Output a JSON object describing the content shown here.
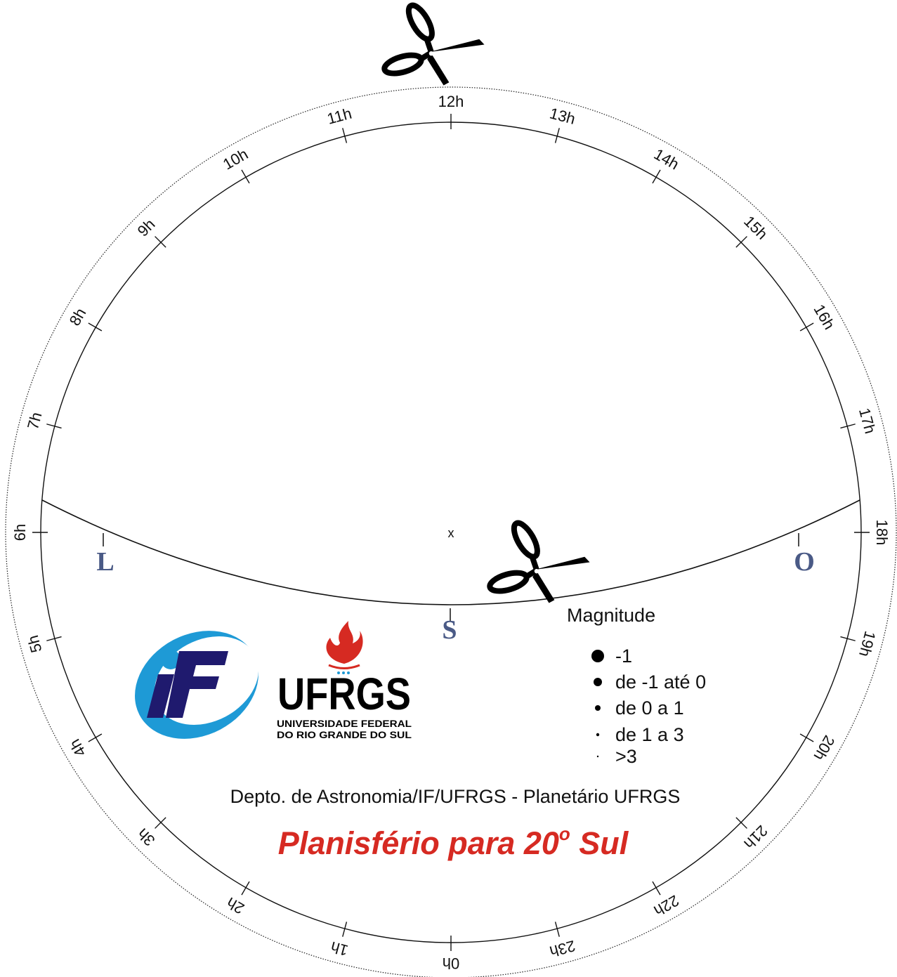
{
  "hour_ring": {
    "labels": [
      "0h",
      "1h",
      "2h",
      "3h",
      "4h",
      "5h",
      "6h",
      "7h",
      "8h",
      "9h",
      "10h",
      "11h",
      "12h",
      "13h",
      "14h",
      "15h",
      "16h",
      "17h",
      "18h",
      "19h",
      "20h",
      "21h",
      "22h",
      "23h"
    ]
  },
  "horizon": {
    "center_mark": "x",
    "east_label": "L",
    "south_label": "S",
    "west_label": "O"
  },
  "legend": {
    "title": "Magnitude",
    "items": [
      {
        "label": "-1"
      },
      {
        "label": "de -1 até 0"
      },
      {
        "label": "de 0 a 1"
      },
      {
        "label": "de 1 a 3"
      },
      {
        "label": ">3"
      }
    ]
  },
  "logos": {
    "if_logo": "iF",
    "ufrgs_word": "UFRGS",
    "ufrgs_line1": "UNIVERSIDADE FEDERAL",
    "ufrgs_line2": "DO RIO GRANDE DO SUL"
  },
  "footer": {
    "credit": "Depto. de Astronomia/IF/UFRGS - Planetário UFRGS",
    "title": "Planisfério para 20",
    "title_sup": "o",
    "title_end": " Sul"
  },
  "icons": [
    "scissors-icon",
    "scissors-icon"
  ],
  "colors": {
    "title_red": "#d62a22",
    "cardinal_blue": "#4a5a86",
    "if_navy": "#1f1a6e",
    "if_cyan": "#1e9ad6",
    "flame_red": "#d62a22"
  }
}
